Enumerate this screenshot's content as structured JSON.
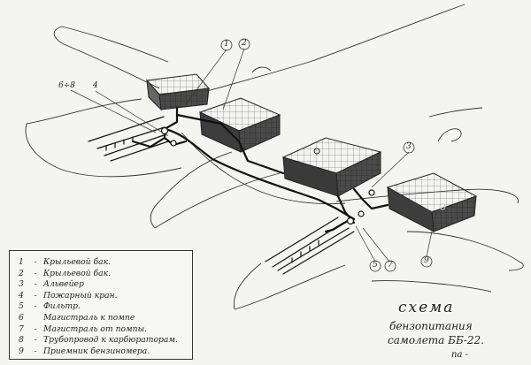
{
  "title": {
    "main": "схема",
    "line1": "бензопитания",
    "line2": "самолета ББ-22.",
    "line3": "па -"
  },
  "legend": [
    {
      "num": "1",
      "dash": "-",
      "text": "Крыльевой бак."
    },
    {
      "num": "2",
      "dash": "-",
      "text": "Крыльевой бак."
    },
    {
      "num": "3",
      "dash": "-",
      "text": "Альвейер"
    },
    {
      "num": "4",
      "dash": "-",
      "text": "Пожарный кран."
    },
    {
      "num": "5",
      "dash": "-",
      "text": "Фильтр."
    },
    {
      "num": "6",
      "dash": "",
      "text": "Магистраль к помпе"
    },
    {
      "num": "7",
      "dash": "-",
      "text": "Магистраль от помпы."
    },
    {
      "num": "8",
      "dash": "-",
      "text": "Трубопровод к карбюраторам."
    },
    {
      "num": "9",
      "dash": "-",
      "text": "Приемник бензиномера."
    }
  ],
  "callouts": {
    "c1": "1",
    "c2": "2",
    "c68": "6÷8",
    "c4": "4",
    "c3": "3",
    "c5": "5",
    "c7": "7",
    "c9": "9"
  },
  "colors": {
    "paper": "#f4f4f1",
    "ink": "#222222",
    "pipe": "#111111"
  }
}
